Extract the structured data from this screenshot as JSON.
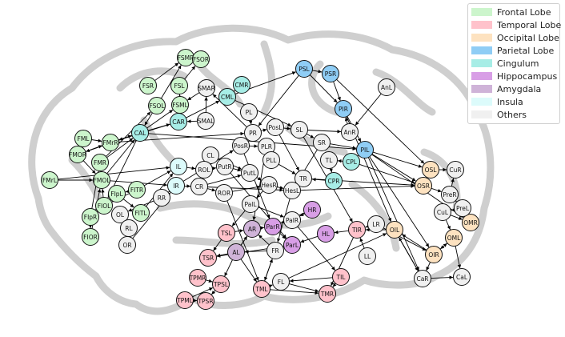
{
  "legend": [
    {
      "label": "Frontal Lobe",
      "color": "#ccf5cc"
    },
    {
      "label": "Temporal Lobe",
      "color": "#ffc2cb"
    },
    {
      "label": "Occipital Lobe",
      "color": "#fde2c0"
    },
    {
      "label": "Parietal Lobe",
      "color": "#8fcdf5"
    },
    {
      "label": "Cingulum",
      "color": "#a7ede6"
    },
    {
      "label": "Hippocampus",
      "color": "#d89ee6"
    },
    {
      "label": "Amygdala",
      "color": "#cfb3d8"
    },
    {
      "label": "Insula",
      "color": "#dcfbfb"
    },
    {
      "label": "Others",
      "color": "#f0f0f0"
    }
  ],
  "nodes": [
    {
      "id": "FSMR",
      "group": 0
    },
    {
      "id": "FSOR",
      "group": 0
    },
    {
      "id": "FSR",
      "group": 0
    },
    {
      "id": "FSL",
      "group": 0
    },
    {
      "id": "FSOL",
      "group": 0
    },
    {
      "id": "FSML",
      "group": 0
    },
    {
      "id": "FML",
      "group": 0
    },
    {
      "id": "FMOR",
      "group": 0
    },
    {
      "id": "FMrR",
      "group": 0
    },
    {
      "id": "FMR",
      "group": 0
    },
    {
      "id": "FMOL",
      "group": 0
    },
    {
      "id": "FMrL",
      "group": 0
    },
    {
      "id": "FITR",
      "group": 0
    },
    {
      "id": "FIOL",
      "group": 0
    },
    {
      "id": "FIpL",
      "group": 0
    },
    {
      "id": "FIpR",
      "group": 0
    },
    {
      "id": "FITL",
      "group": 0
    },
    {
      "id": "FIOR",
      "group": 0
    },
    {
      "id": "TSL",
      "group": 1
    },
    {
      "id": "TSR",
      "group": 1
    },
    {
      "id": "TPMR",
      "group": 1
    },
    {
      "id": "TPSL",
      "group": 1
    },
    {
      "id": "TPML",
      "group": 1
    },
    {
      "id": "TPSR",
      "group": 1
    },
    {
      "id": "TML",
      "group": 1
    },
    {
      "id": "TIR",
      "group": 1
    },
    {
      "id": "TIL",
      "group": 1
    },
    {
      "id": "TMR",
      "group": 1
    },
    {
      "id": "OSL",
      "group": 2
    },
    {
      "id": "OSR",
      "group": 2
    },
    {
      "id": "OMR",
      "group": 2
    },
    {
      "id": "OML",
      "group": 2
    },
    {
      "id": "OIR",
      "group": 2
    },
    {
      "id": "OIL",
      "group": 2
    },
    {
      "id": "PSL",
      "group": 3
    },
    {
      "id": "PSR",
      "group": 3
    },
    {
      "id": "PIR",
      "group": 3
    },
    {
      "id": "PIL",
      "group": 3
    },
    {
      "id": "CMR",
      "group": 4
    },
    {
      "id": "CML",
      "group": 4
    },
    {
      "id": "CAL",
      "group": 4
    },
    {
      "id": "CAR",
      "group": 4
    },
    {
      "id": "CPL",
      "group": 4
    },
    {
      "id": "CPR",
      "group": 4
    },
    {
      "id": "HR",
      "group": 5
    },
    {
      "id": "HL",
      "group": 5
    },
    {
      "id": "ParR",
      "group": 5
    },
    {
      "id": "ParL",
      "group": 5
    },
    {
      "id": "AR",
      "group": 6
    },
    {
      "id": "AL",
      "group": 6
    },
    {
      "id": "IL",
      "group": 7
    },
    {
      "id": "IR",
      "group": 7
    },
    {
      "id": "SMAR",
      "group": 8
    },
    {
      "id": "SMAL",
      "group": 8
    },
    {
      "id": "PL",
      "group": 8
    },
    {
      "id": "PR",
      "group": 8
    },
    {
      "id": "PosL",
      "group": 8
    },
    {
      "id": "SL",
      "group": 8
    },
    {
      "id": "PosR",
      "group": 8
    },
    {
      "id": "PLR",
      "group": 8
    },
    {
      "id": "PLL",
      "group": 8
    },
    {
      "id": "SR",
      "group": 8
    },
    {
      "id": "TL",
      "group": 8
    },
    {
      "id": "TR",
      "group": 8
    },
    {
      "id": "AnL",
      "group": 8
    },
    {
      "id": "AnR",
      "group": 8
    },
    {
      "id": "CuR",
      "group": 8
    },
    {
      "id": "PreR",
      "group": 8
    },
    {
      "id": "PreL",
      "group": 8
    },
    {
      "id": "CuL",
      "group": 8
    },
    {
      "id": "CL",
      "group": 8
    },
    {
      "id": "ROL",
      "group": 8
    },
    {
      "id": "PutR",
      "group": 8
    },
    {
      "id": "PutL",
      "group": 8
    },
    {
      "id": "CR",
      "group": 8
    },
    {
      "id": "ROR",
      "group": 8
    },
    {
      "id": "RR",
      "group": 8
    },
    {
      "id": "OL",
      "group": 8
    },
    {
      "id": "RL",
      "group": 8
    },
    {
      "id": "OR",
      "group": 8
    },
    {
      "id": "HesR",
      "group": 8
    },
    {
      "id": "HesL",
      "group": 8
    },
    {
      "id": "PalL",
      "group": 8
    },
    {
      "id": "PalR",
      "group": 8
    },
    {
      "id": "LR",
      "group": 8
    },
    {
      "id": "LL",
      "group": 8
    },
    {
      "id": "FR",
      "group": 8
    },
    {
      "id": "FL",
      "group": 8
    },
    {
      "id": "CaR",
      "group": 8
    },
    {
      "id": "CaL",
      "group": 8
    }
  ],
  "edges": [
    [
      "FSMR",
      "FSOR"
    ],
    [
      "FSR",
      "FSMR"
    ],
    [
      "FSL",
      "FSOR"
    ],
    [
      "FSOL",
      "FSMR"
    ],
    [
      "FSML",
      "FSL"
    ],
    [
      "FML",
      "FMrR"
    ],
    [
      "FMOR",
      "FMrR"
    ],
    [
      "FMR",
      "FSOL"
    ],
    [
      "FMOL",
      "FMR"
    ],
    [
      "FMrL",
      "IL"
    ],
    [
      "FMrR",
      "CAL"
    ],
    [
      "FMOR",
      "FMOL"
    ],
    [
      "CAL",
      "FSML"
    ],
    [
      "CAL",
      "CAR"
    ],
    [
      "CAR",
      "CML"
    ],
    [
      "CML",
      "CMR"
    ],
    [
      "CML",
      "PSL"
    ],
    [
      "PSL",
      "PSR"
    ],
    [
      "PSL",
      "PIR"
    ],
    [
      "PSR",
      "PIR"
    ],
    [
      "PIR",
      "PIL"
    ],
    [
      "PIL",
      "OSL"
    ],
    [
      "PIL",
      "OSR"
    ],
    [
      "PIL",
      "CPL"
    ],
    [
      "CPL",
      "TL"
    ],
    [
      "CPR",
      "TR"
    ],
    [
      "CAL",
      "PIL"
    ],
    [
      "FMrR",
      "PR"
    ],
    [
      "SMAR",
      "FSML"
    ],
    [
      "SMAL",
      "CAR"
    ],
    [
      "PL",
      "PR"
    ],
    [
      "PR",
      "PosL"
    ],
    [
      "PosL",
      "SL"
    ],
    [
      "SL",
      "SR"
    ],
    [
      "SR",
      "PIL"
    ],
    [
      "PosR",
      "PLR"
    ],
    [
      "PLR",
      "PLL"
    ],
    [
      "PLL",
      "TR"
    ],
    [
      "TR",
      "HesL"
    ],
    [
      "TL",
      "CPR"
    ],
    [
      "AnL",
      "AnR"
    ],
    [
      "AnR",
      "PIR"
    ],
    [
      "OSL",
      "CuR"
    ],
    [
      "OSR",
      "PreR"
    ],
    [
      "PreR",
      "CuR"
    ],
    [
      "PreR",
      "PreL"
    ],
    [
      "PreL",
      "CuL"
    ],
    [
      "CuL",
      "OMR"
    ],
    [
      "CuL",
      "OML"
    ],
    [
      "OML",
      "OIR"
    ],
    [
      "OIR",
      "OIL"
    ],
    [
      "OIR",
      "CaR"
    ],
    [
      "CaR",
      "CaL"
    ],
    [
      "OML",
      "CaL"
    ],
    [
      "OIL",
      "TIR"
    ],
    [
      "OIL",
      "CaR"
    ],
    [
      "LR",
      "TIR"
    ],
    [
      "LL",
      "TIR"
    ],
    [
      "TIR",
      "HL"
    ],
    [
      "HL",
      "ParL"
    ],
    [
      "HR",
      "ParR"
    ],
    [
      "HR",
      "PalR"
    ],
    [
      "ParL",
      "FR"
    ],
    [
      "FR",
      "AL"
    ],
    [
      "AL",
      "AR"
    ],
    [
      "AR",
      "ParR"
    ],
    [
      "AL",
      "TSR"
    ],
    [
      "TSL",
      "AR"
    ],
    [
      "AL",
      "TPSL"
    ],
    [
      "TPSL",
      "TPSR"
    ],
    [
      "TPMR",
      "TPSL"
    ],
    [
      "TPML",
      "TPSR"
    ],
    [
      "TPML",
      "TPSL"
    ],
    [
      "TML",
      "FL"
    ],
    [
      "FL",
      "TMR"
    ],
    [
      "TIL",
      "FL"
    ],
    [
      "TIL",
      "TMR"
    ],
    [
      "TML",
      "FR"
    ],
    [
      "AL",
      "TML"
    ],
    [
      "PalL",
      "TSL"
    ],
    [
      "PalL",
      "PalR"
    ],
    [
      "HesR",
      "PalL"
    ],
    [
      "HesR",
      "HesL"
    ],
    [
      "PutL",
      "HesR"
    ],
    [
      "PutR",
      "PutL"
    ],
    [
      "CL",
      "ROL"
    ],
    [
      "ROL",
      "PutR"
    ],
    [
      "CR",
      "ROR"
    ],
    [
      "ROR",
      "HesR"
    ],
    [
      "IR",
      "CR"
    ],
    [
      "IL",
      "ROL"
    ],
    [
      "IR",
      "RR"
    ],
    [
      "RR",
      "OL"
    ],
    [
      "OL",
      "RL"
    ],
    [
      "RL",
      "OR"
    ],
    [
      "OR",
      "IR"
    ],
    [
      "FITR",
      "FIpL"
    ],
    [
      "FIpL",
      "FITL"
    ],
    [
      "FIOL",
      "FIpR"
    ],
    [
      "FIpR",
      "FIOR"
    ],
    [
      "FIOL",
      "FMOL"
    ],
    [
      "FITL",
      "IL"
    ],
    [
      "FIOR",
      "FMOL"
    ],
    [
      "FITR",
      "IL"
    ],
    [
      "FIpR",
      "FMR"
    ],
    [
      "CAL",
      "FIOL"
    ],
    [
      "FMrL",
      "FMOL"
    ],
    [
      "IR",
      "PosR"
    ],
    [
      "IR",
      "HesL"
    ],
    [
      "CL",
      "PutL"
    ],
    [
      "PR",
      "SMAR"
    ],
    [
      "SL",
      "TIR"
    ],
    [
      "SR",
      "HesL"
    ],
    [
      "PosL",
      "TR"
    ],
    [
      "PLR",
      "AR"
    ],
    [
      "PIL",
      "OMR"
    ],
    [
      "CPL",
      "OSR"
    ],
    [
      "HesL",
      "OSR"
    ],
    [
      "TR",
      "OSR"
    ],
    [
      "PIR",
      "OIL"
    ],
    [
      "PSR",
      "OSL"
    ],
    [
      "SL",
      "AnR"
    ],
    [
      "PutR",
      "ParL"
    ],
    [
      "PosR",
      "ParR"
    ],
    [
      "ROR",
      "TML"
    ],
    [
      "HesL",
      "FR"
    ],
    [
      "FR",
      "TML"
    ],
    [
      "TML",
      "TMR"
    ],
    [
      "TIR",
      "TMR"
    ],
    [
      "PalR",
      "TIL"
    ],
    [
      "FL",
      "OIL"
    ],
    [
      "LR",
      "OIR"
    ],
    [
      "OIR",
      "OML"
    ],
    [
      "CaR",
      "OIL"
    ],
    [
      "CR",
      "PutL"
    ],
    [
      "CAR",
      "FMrR"
    ],
    [
      "FMOL",
      "CAL"
    ],
    [
      "FSOL",
      "CAL"
    ],
    [
      "FMR",
      "CAL"
    ],
    [
      "SMAL",
      "SMAR"
    ],
    [
      "FITR",
      "FIOL"
    ],
    [
      "FMOL",
      "IR"
    ],
    [
      "CAL",
      "FMOR"
    ],
    [
      "PIL",
      "CaR"
    ],
    [
      "OSL",
      "OSR"
    ],
    [
      "PIL",
      "OIR"
    ],
    [
      "CML",
      "SL"
    ],
    [
      "PSL",
      "PR"
    ],
    [
      "TSL",
      "TSR"
    ],
    [
      "AL",
      "AR"
    ],
    [
      "ParR",
      "ParL"
    ],
    [
      "ParL",
      "TSR"
    ],
    [
      "FR",
      "AR"
    ]
  ]
}
